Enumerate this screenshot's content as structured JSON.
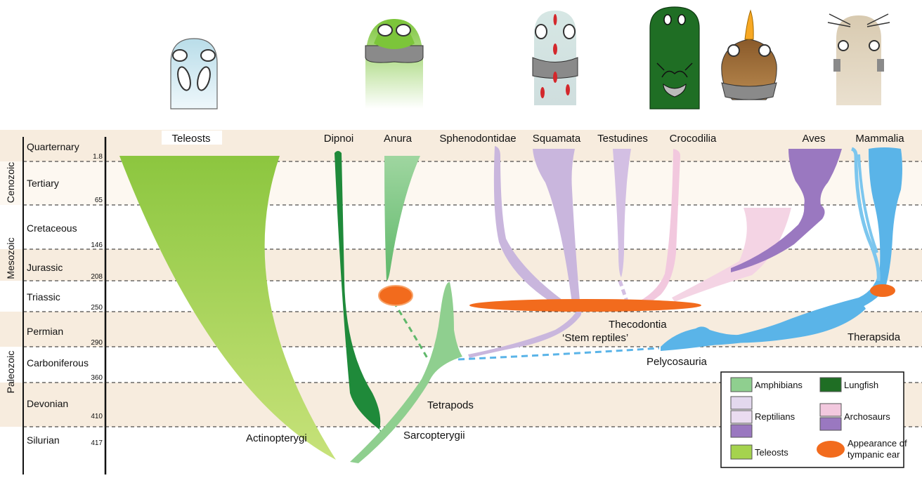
{
  "bands": [
    {
      "name": "Quarternary",
      "boundary": "1.8"
    },
    {
      "name": "Tertiary",
      "boundary": "65"
    },
    {
      "name": "Cretaceous",
      "boundary": "146"
    },
    {
      "name": "Jurassic",
      "boundary": "208"
    },
    {
      "name": "Triassic",
      "boundary": "250"
    },
    {
      "name": "Permian",
      "boundary": "290"
    },
    {
      "name": "Carboniferous",
      "boundary": "360"
    },
    {
      "name": "Devonian",
      "boundary": "410"
    },
    {
      "name": "Silurian",
      "boundary": "417"
    }
  ],
  "eras": {
    "cenozoic": "Cenozoic",
    "mesozoic": "Mesozoic",
    "paleozoic": "Paleozoic"
  },
  "taxa": {
    "teleosts": "Teleosts",
    "dipnoi": "Dipnoi",
    "anura": "Anura",
    "sphenodontidae": "Sphenodontidae",
    "squamata": "Squamata",
    "testudines": "Testudines",
    "crocodilia": "Crocodilia",
    "aves": "Aves",
    "mammalia": "Mammalia"
  },
  "clades": {
    "actinopterygi": "Actinopterygi",
    "sarcopterygii": "Sarcopterygii",
    "tetrapods": "Tetrapods",
    "thecodontia": "Thecodontia",
    "stem_reptiles": "‘Stem reptiles’",
    "pelycosauria": "Pelycosauria",
    "therapsida": "Therapsida"
  },
  "legend": {
    "amphibians": "Amphibians",
    "lungfish": "Lungfish",
    "reptilians": "Reptilians",
    "archosaurs": "Archosaurs",
    "teleosts": "Teleosts",
    "tympanic_line1": "Appearance of",
    "tympanic_line2": "tympanic ear"
  },
  "colors": {
    "teleost": "#9bcc4a",
    "lungfish": "#1f8a3a",
    "amphibian": "#8fcf8f",
    "reptile": "#c9b6dd",
    "archosaur_light": "#f2c8de",
    "archosaur_dark": "#9a78c0",
    "mammal": "#5ab4e8",
    "tympanic": "#f26b1d",
    "band": "#f7ecde"
  }
}
